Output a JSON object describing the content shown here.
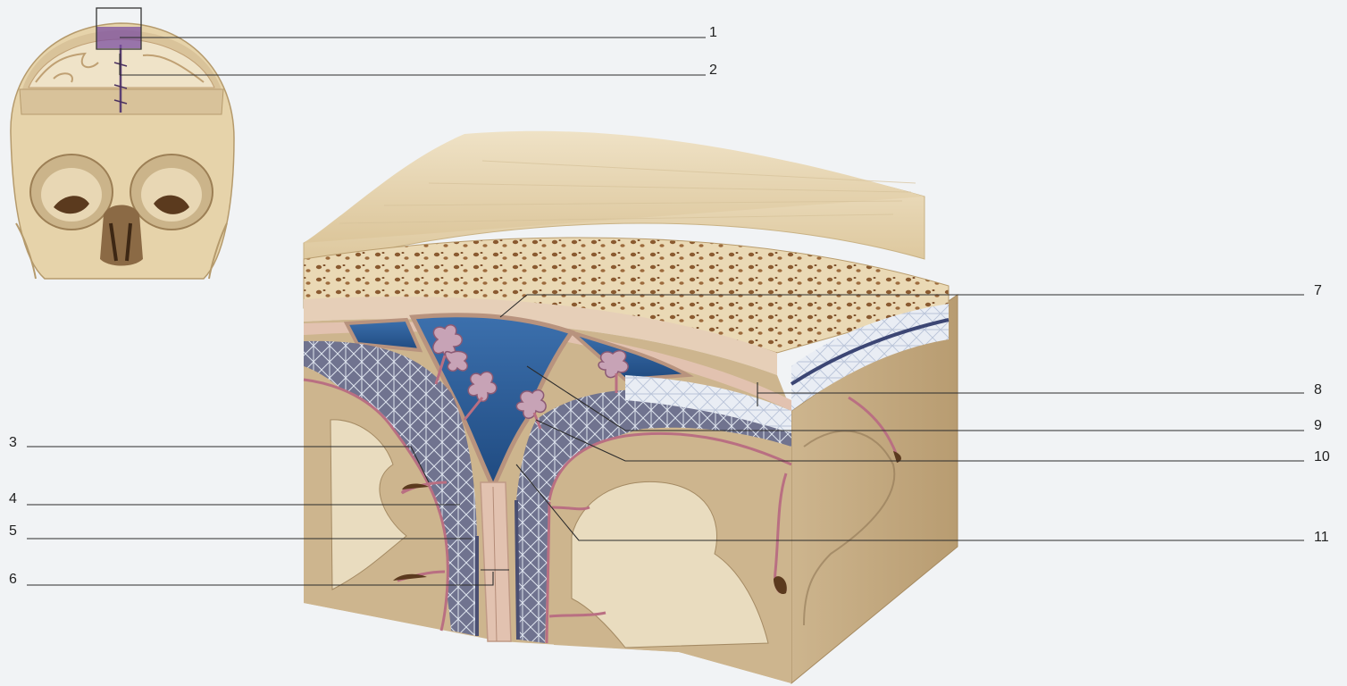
{
  "labels": [
    "1",
    "2",
    "3",
    "4",
    "5",
    "6",
    "7",
    "8",
    "9",
    "10",
    "11"
  ],
  "colors": {
    "background": "#f1f3f5",
    "bone": "#e8d7b4",
    "spongy_bone": "#9c6a3c",
    "dura": "#e2c2b0",
    "sinus": "#2d5e9a",
    "arachnoid": "#cfd8e6",
    "pia": "#b96f82",
    "gray_matter": "#cdb58e",
    "white_matter": "#e9dcbf",
    "inset_highlight": "#7b4fa0"
  },
  "icons": [
    "skull-inset",
    "meninges-block"
  ]
}
